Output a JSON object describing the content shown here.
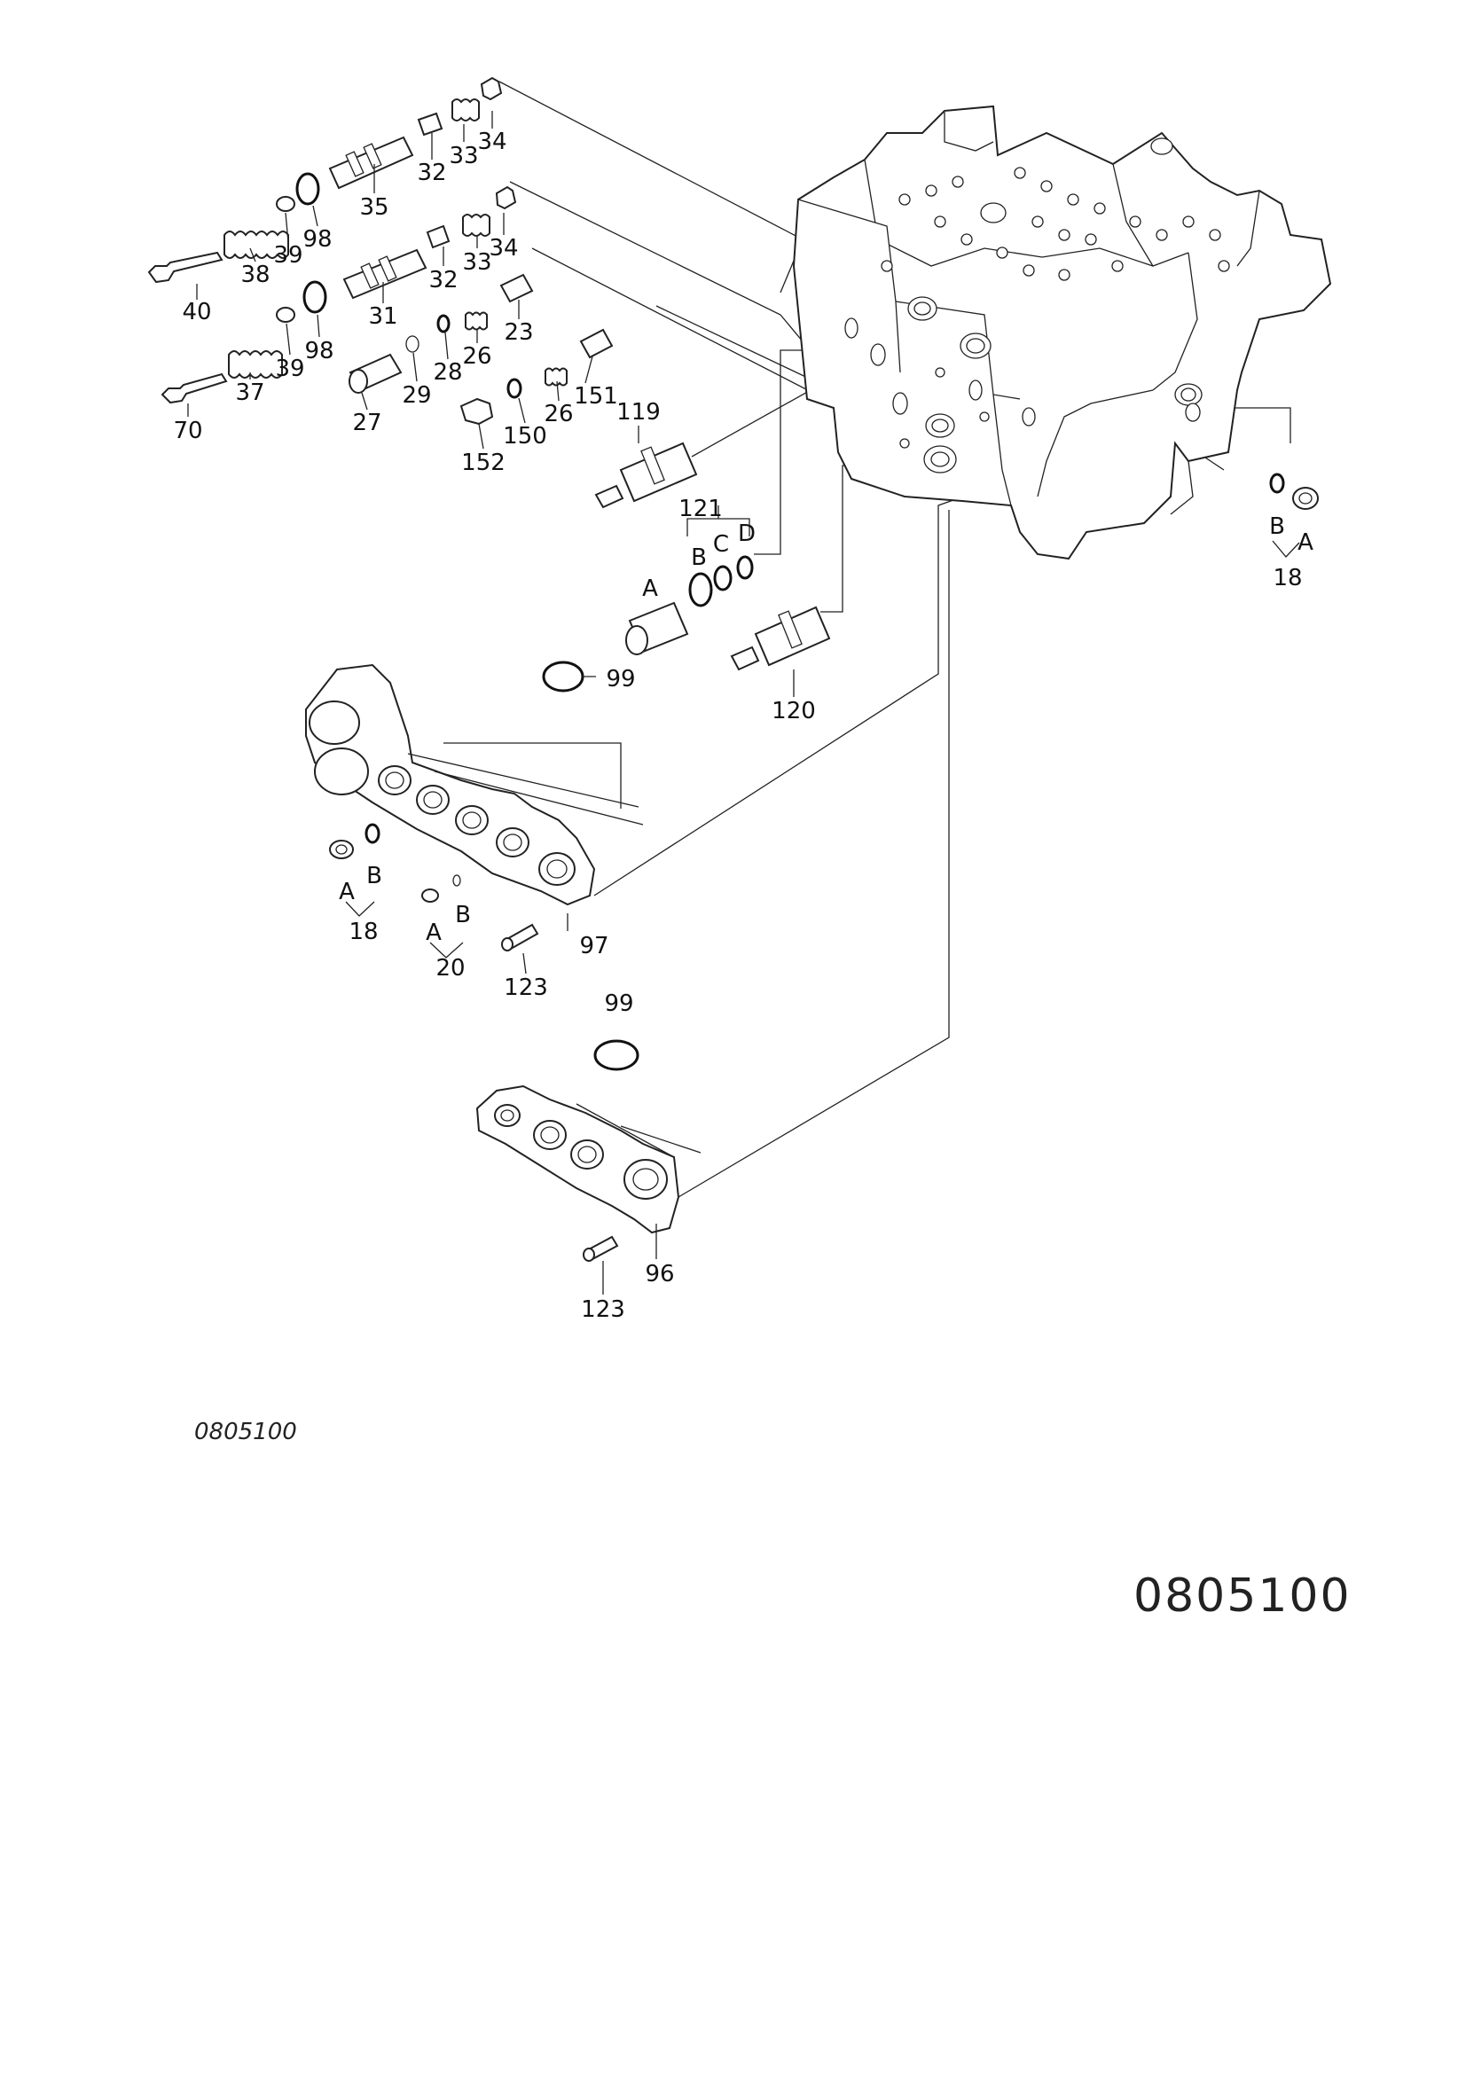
{
  "drawing": {
    "id_small": "0805100",
    "id_large": "0805100"
  },
  "parts": {
    "p34a": "34",
    "p33a": "33",
    "p32a": "32",
    "p35": "35",
    "p98a": "98",
    "p39a": "39",
    "p38": "38",
    "p40": "40",
    "p34b": "34",
    "p33b": "33",
    "p32b": "32",
    "p31": "31",
    "p98b": "98",
    "p39b": "39",
    "p37": "37",
    "p70": "70",
    "p23": "23",
    "p26a": "26",
    "p28": "28",
    "p29": "29",
    "p27": "27",
    "p151": "151",
    "p26b": "26",
    "p150": "150",
    "p152": "152",
    "p119": "119",
    "p121": "121",
    "p121_A": "A",
    "p121_B": "B",
    "p121_C": "C",
    "p121_D": "D",
    "p120": "120",
    "p18r_B": "B",
    "p18r_A": "A",
    "p18r": "18",
    "p99a": "99",
    "p18l_A": "A",
    "p18l_B": "B",
    "p18l": "18",
    "p20_A": "A",
    "p20_B": "B",
    "p20": "20",
    "p123a": "123",
    "p97": "97",
    "p99b": "99",
    "p96": "96",
    "p123b": "123"
  }
}
